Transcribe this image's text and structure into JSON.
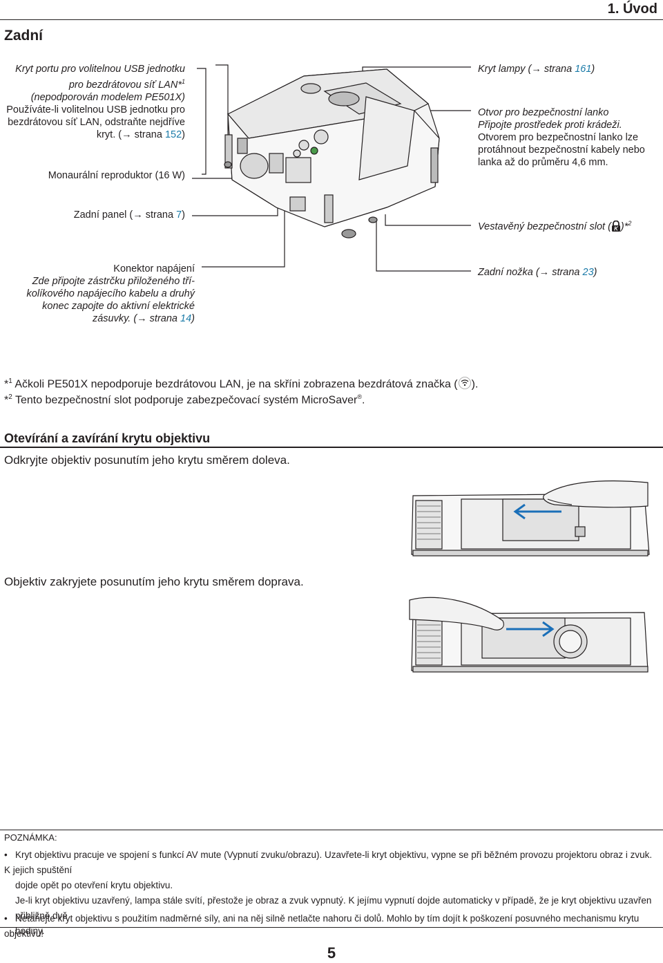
{
  "header": {
    "chapter": "1. Úvod"
  },
  "section": {
    "title": "Zadní"
  },
  "callouts_left": {
    "usb_cover": {
      "line1": "Kryt portu pro volitelnou USB jednotku",
      "line2": "pro bezdrátovou síť LAN*",
      "line2_sup": "1",
      "line3": "(nepodporován modelem PE501X)",
      "line4": "Používáte-li volitelnou USB jednotku pro",
      "line5": "bezdrátovou síť LAN, odstraňte nejdříve",
      "line6_pre": "kryt. (",
      "line6_arrow": "→",
      "line6_mid": " strana ",
      "line6_page": "152",
      "line6_post": ")"
    },
    "speaker": {
      "text": "Monaurální reproduktor (16 W)"
    },
    "rear_panel": {
      "pre": "Zadní panel (",
      "arrow": "→",
      "mid": " strana ",
      "page": "7",
      "post": ")"
    },
    "power": {
      "line1": "Konektor napájení",
      "line2": "Zde připojte zástrčku přiloženého tří-",
      "line3": "kolíkového napájecího kabelu a druhý",
      "line4": "konec zapojte do aktivní elektrické",
      "line5_pre": "zásuvky. (",
      "line5_arrow": "→",
      "line5_mid": " strana ",
      "line5_page": "14",
      "line5_post": ")"
    }
  },
  "callouts_right": {
    "lamp": {
      "pre": "Kryt lampy (",
      "arrow": "→",
      "mid": " strana ",
      "page": "161",
      "post": ")"
    },
    "security_bar": {
      "line1": "Otvor pro bezpečnostní lanko",
      "line2": "Připojte prostředek proti krádeži.",
      "line3": "Otvorem pro bezpečnostní lanko lze",
      "line4": "protáhnout bezpečnostní kabely nebo",
      "line5": "lanka až do průměru 4,6 mm."
    },
    "security_slot": {
      "pre": "Vestavěný bezpečnostní slot (",
      "post": ")*",
      "sup": "2"
    },
    "foot": {
      "pre": "Zadní nožka (",
      "arrow": "→",
      "mid": " strana ",
      "page": "23",
      "post": ")"
    }
  },
  "footnotes": {
    "fn1_mark": "*",
    "fn1_sup": "1",
    "fn1_text": " Ačkoli PE501X nepodporuje bezdrátovou LAN, je na skříni zobrazena bezdrátová značka (",
    "fn1_end": ").",
    "fn2_mark": "*",
    "fn2_sup": "2",
    "fn2_text": " Tento bezpečnostní slot podporuje zabezpečovací systém MicroSaver",
    "fn2_reg": "®",
    "fn2_end": "."
  },
  "lens_section": {
    "title": "Otevírání a zavírání krytu objektivu",
    "open_text": "Odkryjte objektiv posunutím jeho krytu směrem doleva.",
    "close_text": "Objektiv zakryjete posunutím jeho krytu směrem doprava."
  },
  "note": {
    "title": "POZNÁMKA:",
    "item1_line1": "Kryt objektivu pracuje ve spojení s funkcí AV mute (Vypnutí zvuku/obrazu). Uzavřete-li kryt objektivu, vypne se při běžném provozu projektoru obraz i zvuk. K jejich spuštění",
    "item1_line2": "dojde opět po otevření krytu objektivu.",
    "item1_line3": "Je-li kryt objektivu uzavřený, lampa stále svítí, přestože je obraz a zvuk vypnutý. K jejímu vypnutí dojde automaticky v případě, že je kryt objektivu uzavřen přibližně dvě",
    "item1_line4": "hodiny.",
    "item2": "Netahejte kryt objektivu s použitím nadměrné síly, ani na něj silně netlačte nahoru či dolů. Mohlo by tím dojít k poškození posuvného mechanismu krytu objektivu!",
    "bullet": "•"
  },
  "page_number": "5",
  "icons": [
    "kensington-lock-icon",
    "wireless-icon",
    "arrow-left-icon",
    "arrow-right-icon"
  ]
}
